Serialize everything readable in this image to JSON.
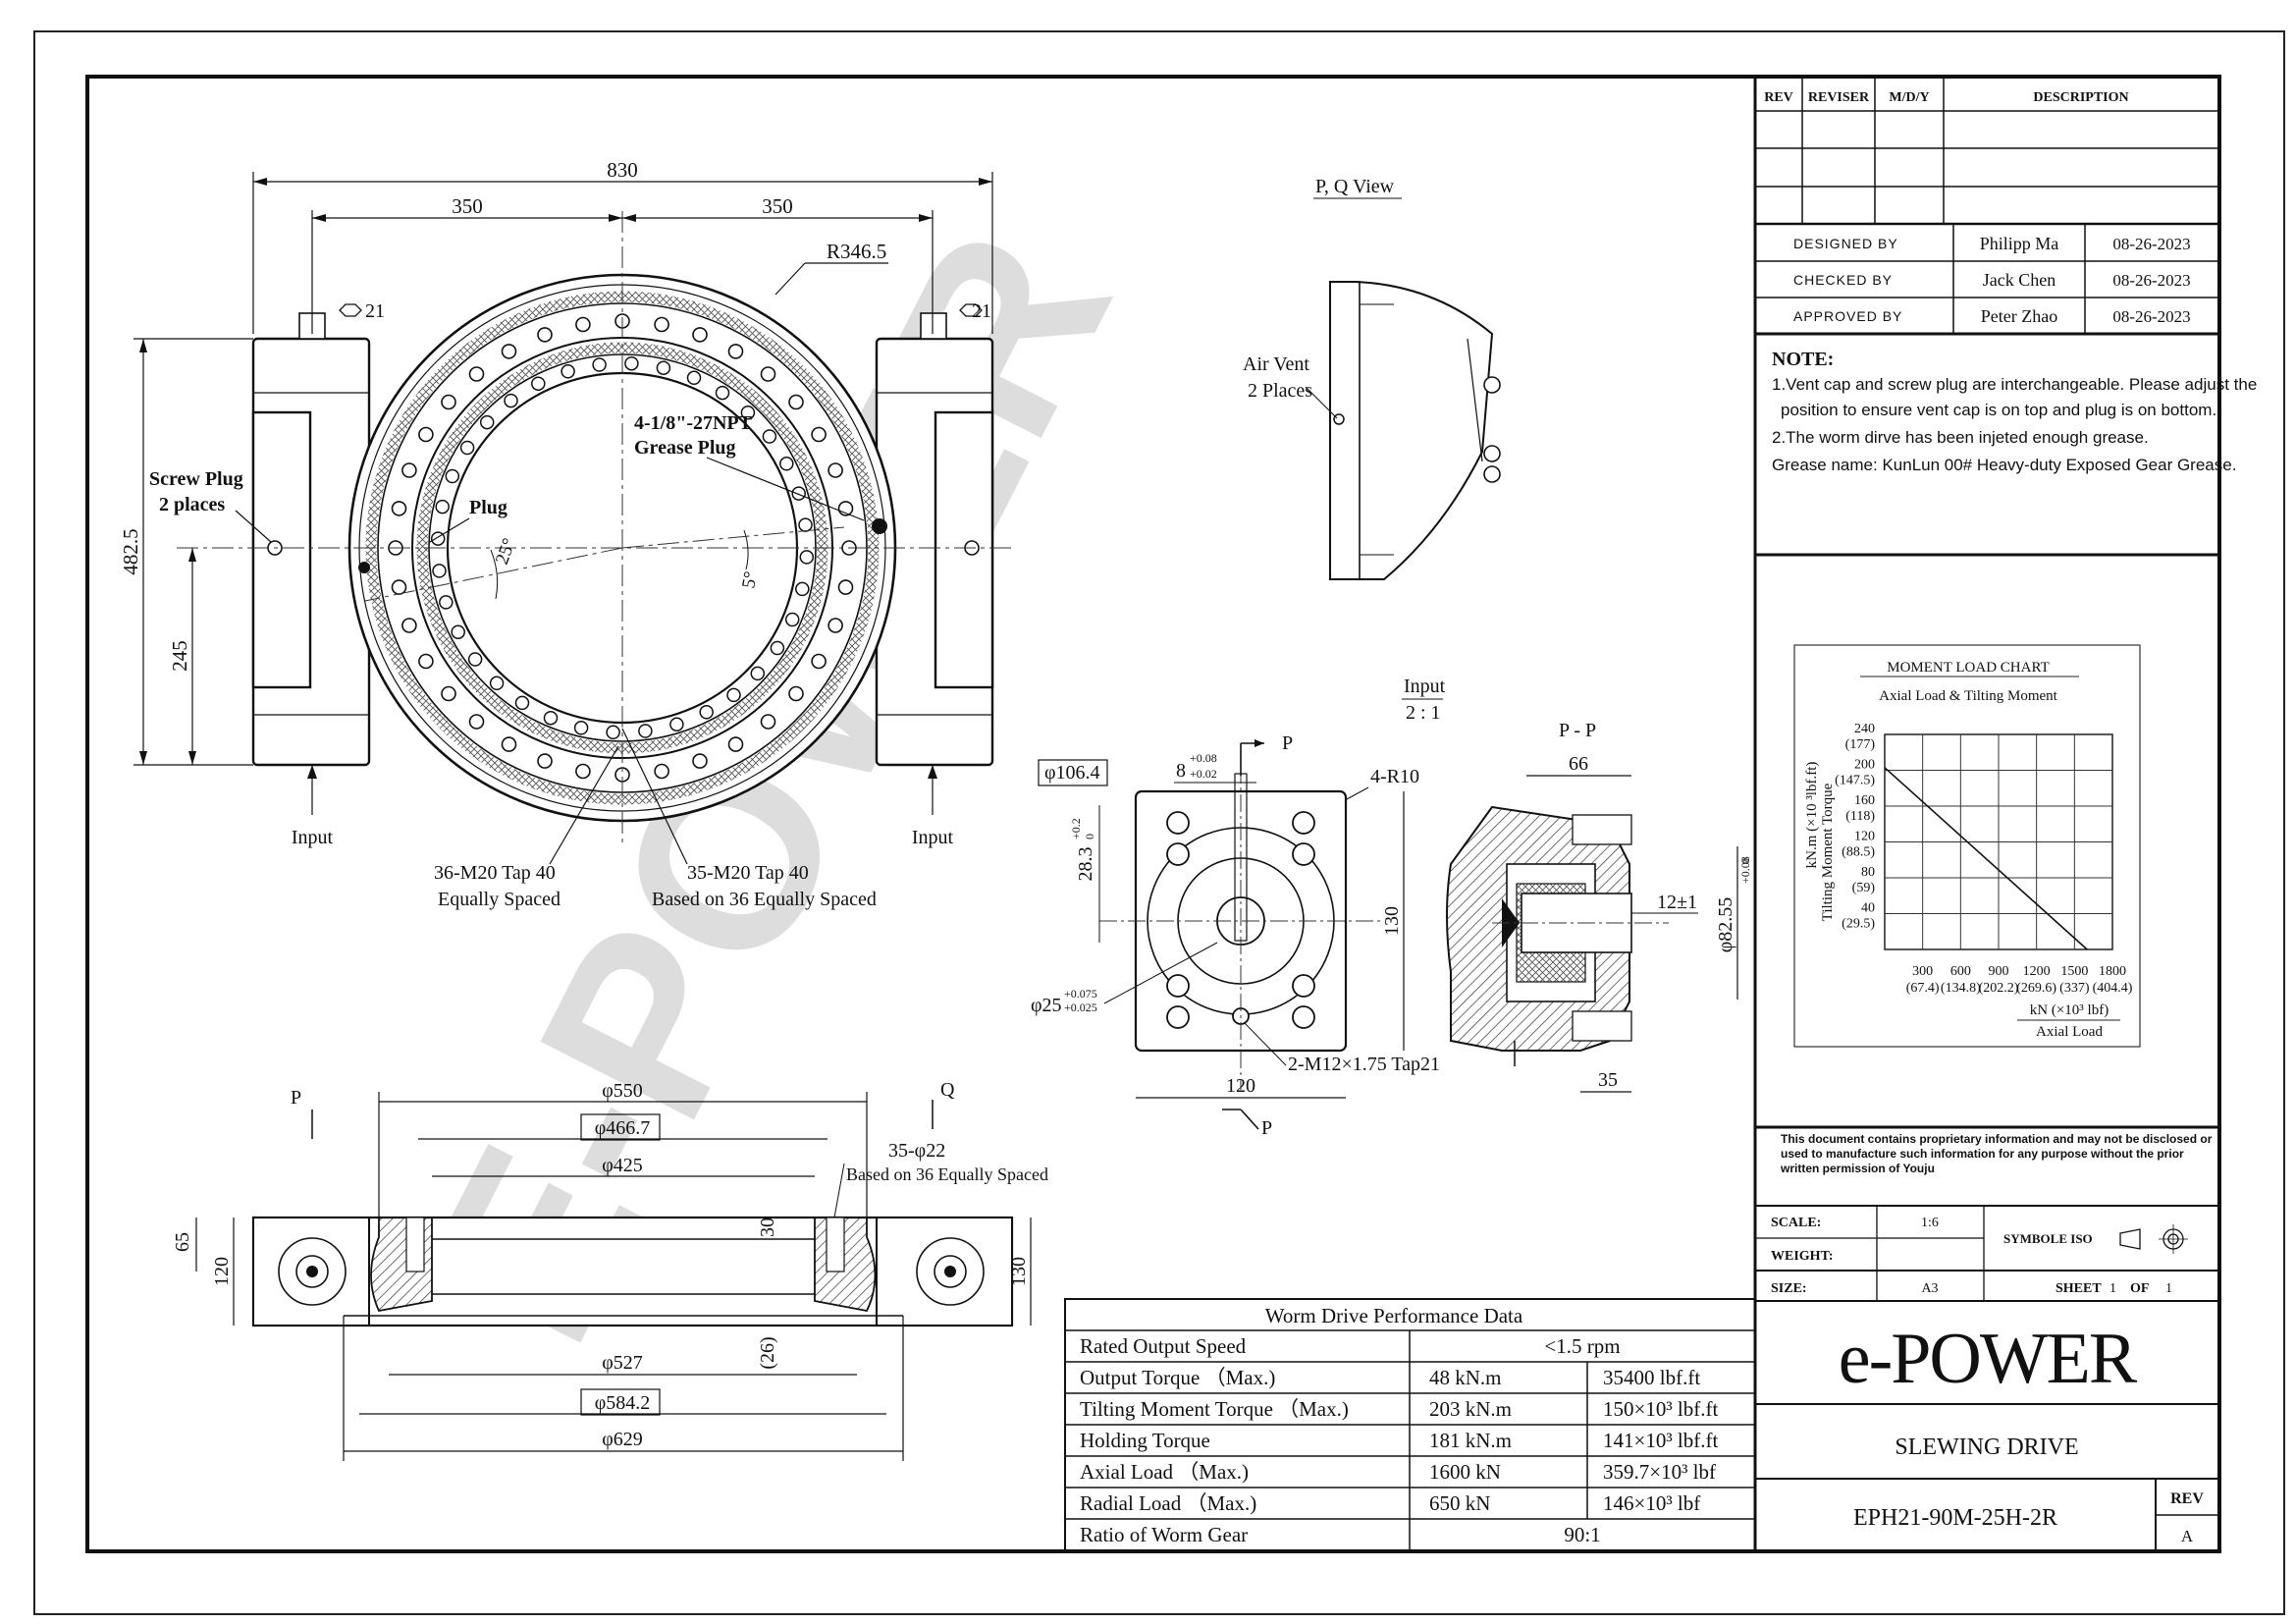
{
  "watermark": "E-POWER",
  "revision_table": {
    "headers": [
      "REV",
      "REVISER",
      "M/D/Y",
      "DESCRIPTION"
    ]
  },
  "approvals": [
    {
      "role": "DESIGNED BY",
      "name": "Philipp Ma",
      "date": "08-26-2023"
    },
    {
      "role": "CHECKED BY",
      "name": "Jack Chen",
      "date": "08-26-2023"
    },
    {
      "role": "APPROVED BY",
      "name": "Peter Zhao",
      "date": "08-26-2023"
    }
  ],
  "notes": {
    "title": "NOTE:",
    "lines": [
      "1.Vent cap and screw plug are interchangeable. Please adjust the",
      "position to ensure vent cap is on top and plug is on bottom.",
      "2.The worm dirve has been injeted enough grease.",
      "Grease name: KunLun 00# Heavy-duty Exposed Gear Grease."
    ]
  },
  "moment_chart": {
    "title": "MOMENT LOAD CHART",
    "subtitle": "Axial Load & Tilting Moment",
    "ylabel": "Tilting Moment Torque",
    "yunit": "kN.m  (×10 ³lbf.ft)",
    "xlabel": "kN  (×10³ lbf)",
    "xsub": "Axial Load",
    "y_ticks": [
      {
        "v": "240",
        "alt": "(177)"
      },
      {
        "v": "200",
        "alt": "(147.5)"
      },
      {
        "v": "160",
        "alt": "(118)"
      },
      {
        "v": "120",
        "alt": "(88.5)"
      },
      {
        "v": "80",
        "alt": "(59)"
      },
      {
        "v": "40",
        "alt": "(29.5)"
      }
    ],
    "x_ticks": [
      {
        "v": "300",
        "alt": "(67.4)"
      },
      {
        "v": "600",
        "alt": "(134.8)"
      },
      {
        "v": "900",
        "alt": "(202.2)"
      },
      {
        "v": "1200",
        "alt": "(269.6)"
      },
      {
        "v": "1500",
        "alt": "(337)"
      },
      {
        "v": "1800",
        "alt": "(404.4)"
      }
    ]
  },
  "chart_data": {
    "type": "line",
    "title": "MOMENT LOAD CHART",
    "subtitle": "Axial Load & Tilting Moment",
    "xlabel": "Axial Load",
    "ylabel": "Tilting Moment Torque",
    "xlim": [
      0,
      1800
    ],
    "ylim": [
      0,
      240
    ],
    "grid": true,
    "series": [
      {
        "x": [
          0,
          1600
        ],
        "y": [
          203,
          0
        ]
      }
    ]
  },
  "disclaimer": "This document contains proprietary information and may not be disclosed or used to manufacture such information for any purpose without the prior written permission of Youju",
  "title_block": {
    "scale_label": "SCALE:",
    "scale_value": "1:6",
    "symbol_label": "SYMBOLE ISO",
    "weight_label": "WEIGHT:",
    "size_label": "SIZE:",
    "size_value": "A3",
    "sheet_label": "SHEET",
    "sheet_value": "1",
    "of_label": "OF",
    "of_value": "1",
    "company": "e-POWER",
    "product": "SLEWING DRIVE",
    "part_number": "EPH21-90M-25H-2R",
    "rev_label": "REV",
    "rev_value": "A"
  },
  "performance": {
    "title": "Worm Drive Performance Data",
    "rows": [
      {
        "label": "Rated Output Speed",
        "metric": "<1.5 rpm",
        "imperial": ""
      },
      {
        "label": "Output Torque （Max.)",
        "metric": "48 kN.m",
        "imperial": "35400 lbf.ft"
      },
      {
        "label": "Tilting Moment Torque （Max.)",
        "metric": "203 kN.m",
        "imperial": "150×10³ lbf.ft"
      },
      {
        "label": "Holding Torque",
        "metric": "181 kN.m",
        "imperial": "141×10³ lbf.ft"
      },
      {
        "label": "Axial Load （Max.)",
        "metric": "1600 kN",
        "imperial": "359.7×10³ lbf"
      },
      {
        "label": "Radial Load （Max.)",
        "metric": "650 kN",
        "imperial": "146×10³ lbf"
      },
      {
        "label": "Ratio of Worm Gear",
        "metric": "90:1",
        "imperial": ""
      }
    ]
  },
  "front_view": {
    "dim_830": "830",
    "dim_350a": "350",
    "dim_350b": "350",
    "r346": "R346.5",
    "hex21a": "21",
    "hex21b": "21",
    "dim_4825": "482.5",
    "dim_245": "245",
    "screw_plug": "Screw Plug",
    "two_places": "2 places",
    "plug": "Plug",
    "npt": "4-1/8\"-27NPT",
    "grease_plug": "Grease Plug",
    "ang25": "25°",
    "ang5": "5°",
    "input_l": "Input",
    "input_r": "Input",
    "tap36": "36-M20 Tap 40",
    "equally": "Equally Spaced",
    "tap35": "35-M20 Tap 40",
    "based36": "Based on 36 Equally Spaced"
  },
  "pq_view": {
    "title": "P, Q View",
    "air_vent": "Air Vent",
    "places": "2 Places"
  },
  "input_view": {
    "title": "Input",
    "scale": "2 : 1",
    "p_top": "P",
    "p_bot": "P",
    "d1064": "φ106.4",
    "key": "8+0.08+0.02",
    "key_a": "8",
    "key_b": "+0.08",
    "key_c": "+0.02",
    "r10": "4-R10",
    "d283": "28.3",
    "d283t": "+0.2",
    "d283b": "0",
    "d130": "130",
    "d25": "φ25",
    "d25a": "+0.075",
    "d25b": "+0.025",
    "tap": "2-M12×1.75 Tap21",
    "d120": "120"
  },
  "pp_view": {
    "title": "P - P",
    "d66": "66",
    "d12": "12±1",
    "d8255": "φ82.55",
    "d8255a": "+0.08",
    "d8255b": "0",
    "d35": "35"
  },
  "section_view": {
    "p": "P",
    "q": "Q",
    "d550": "φ550",
    "d4667": "φ466.7",
    "d425": "φ425",
    "d22a": "35-φ22",
    "d22b": "Based on 36 Equally Spaced",
    "d65": "65",
    "d120": "120",
    "d30": "30",
    "d130": "130",
    "d26": "(26)",
    "d527": "φ527",
    "d5842": "φ584.2",
    "d629": "φ629"
  }
}
